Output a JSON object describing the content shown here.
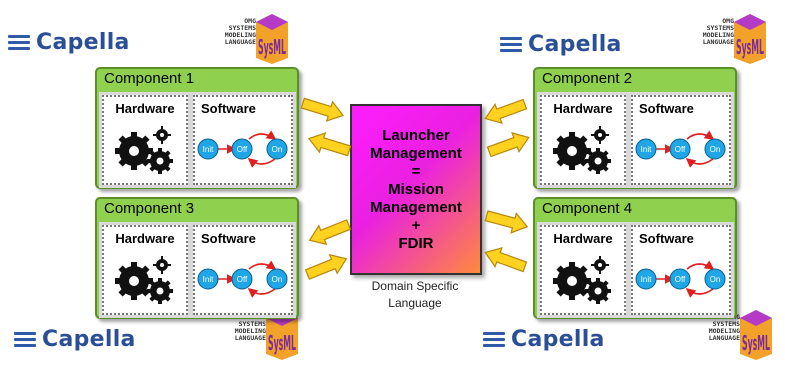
{
  "logos": {
    "capella_text": "Capella",
    "sysml_words": [
      "OMG",
      "SYSTEMS",
      "MODELING",
      "LANGUAGE"
    ],
    "sysml_mark": "SysML"
  },
  "components": [
    {
      "title": "Component 1",
      "hardware_label": "Hardware",
      "software_label": "Software",
      "states": [
        "Init",
        "Off",
        "On"
      ]
    },
    {
      "title": "Component 2",
      "hardware_label": "Hardware",
      "software_label": "Software",
      "states": [
        "Init",
        "Off",
        "On"
      ]
    },
    {
      "title": "Component 3",
      "hardware_label": "Hardware",
      "software_label": "Software",
      "states": [
        "Init",
        "Off",
        "On"
      ]
    },
    {
      "title": "Component 4",
      "hardware_label": "Hardware",
      "software_label": "Software",
      "states": [
        "Init",
        "Off",
        "On"
      ]
    }
  ],
  "center": {
    "lines": [
      "Launcher",
      "Management",
      "=",
      "Mission",
      "Management",
      "+",
      "FDIR"
    ]
  },
  "caption": {
    "line1": "Domain Specific",
    "line2": "Language"
  },
  "colors": {
    "component_fill": "#8fd14f",
    "center_gradient_start": "#ff1dff",
    "center_gradient_end": "#ff8a3c",
    "arrow_fill": "#ffd21f",
    "state_node": "#1fa6e6",
    "transition": "#e02020",
    "capella_blue": "#2b4f96"
  },
  "icons": [
    "capella-logo-icon",
    "sysml-logo-icon",
    "gears-icon",
    "arrow-icon"
  ]
}
